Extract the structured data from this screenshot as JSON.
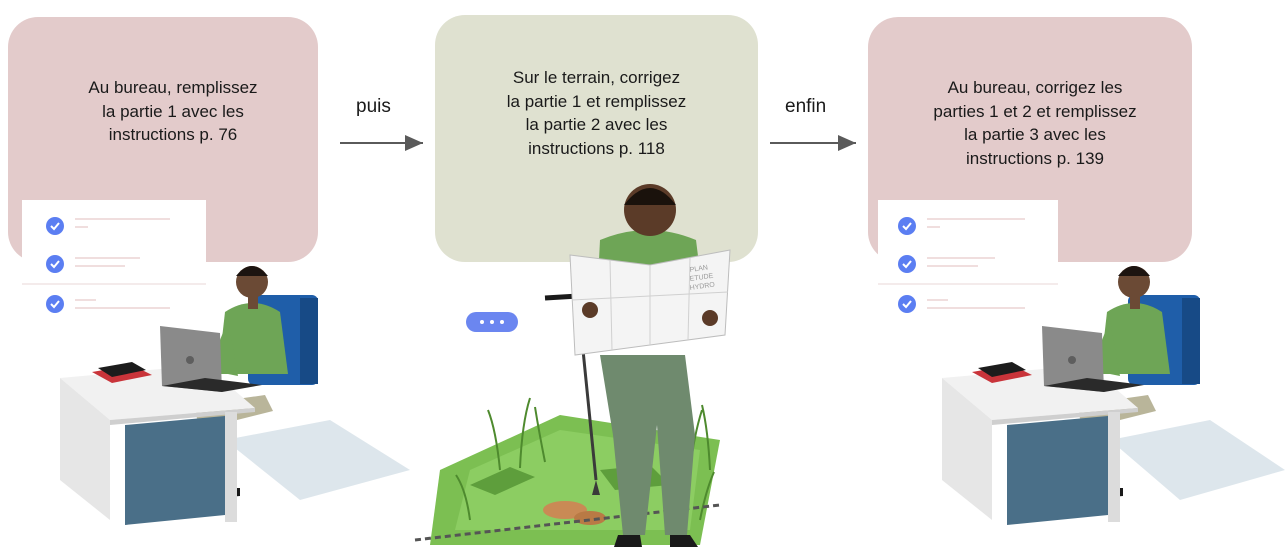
{
  "steps": [
    {
      "text": "Au bureau, remplissez\nla partie 1 avec les\ninstructions p. 76",
      "color": "#e3cbcb"
    },
    {
      "text": "Sur le terrain, corrigez\nla partie 1 et remplissez\nla partie 2 avec les\ninstructions p. 118",
      "color": "#dfe1d0"
    },
    {
      "text": "Au bureau, corrigez les\nparties 1 et 2 et remplissez\nla partie 3 avec les\ninstructions  p. 139",
      "color": "#e3cbcb"
    }
  ],
  "connectors": [
    {
      "label": "puis"
    },
    {
      "label": "enfin"
    }
  ],
  "map_text": [
    "PLAN",
    "ETUDE",
    "HYDRO"
  ],
  "colors": {
    "check_blue": "#5b7ef2",
    "shirt_green": "#6ea556",
    "pants_gray": "#6f8a6e",
    "desk_blue": "#4a6f88",
    "chair_blue": "#1f5ea9",
    "grass_green": "#6fb24a"
  }
}
